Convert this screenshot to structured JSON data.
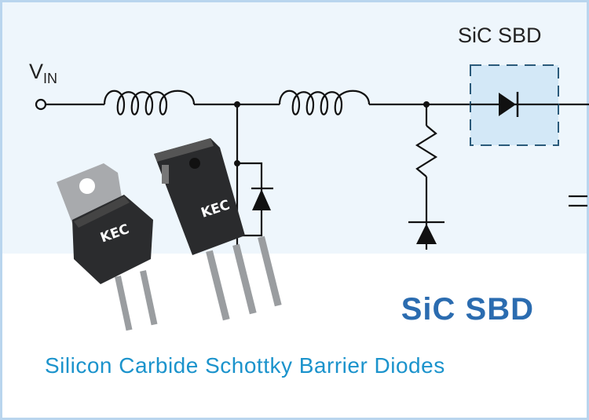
{
  "diagram": {
    "vin_label": "V",
    "vin_subscript": "IN",
    "highlight_label": "SiC SBD",
    "highlight_color": "#d3e8f7",
    "brand_mark": "KEC"
  },
  "banner": {
    "title": "SiC SBD",
    "subtitle": "Silicon Carbide Schottky Barrier Diodes",
    "title_color": "#2b6cb0",
    "subtitle_color": "#1b93cc"
  }
}
